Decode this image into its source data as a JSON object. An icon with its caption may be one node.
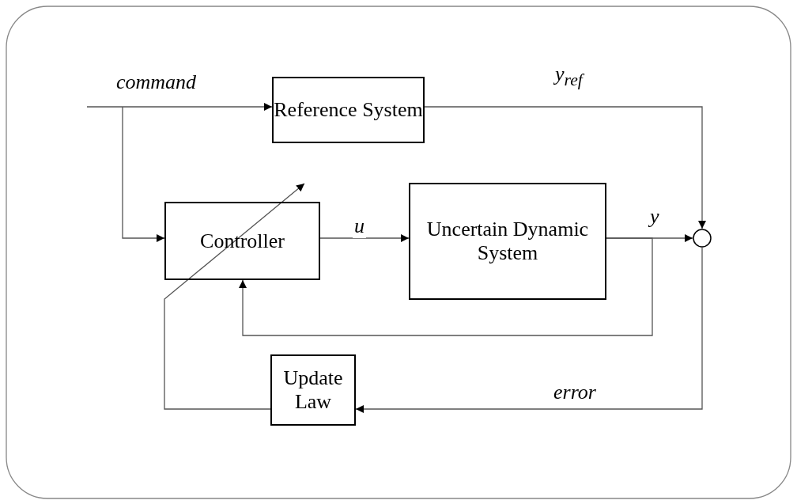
{
  "diagram": {
    "nodes": [
      {
        "text": [
          "Reference System"
        ]
      },
      {
        "text": [
          "Controller"
        ]
      },
      {
        "text": [
          "Uncertain Dynamic System"
        ]
      },
      {
        "text": [],
        "shape": "circle"
      },
      {
        "text": [
          "Update Law"
        ]
      }
    ],
    "edges": [
      {
        "from": null,
        "to": 0,
        "arrow": "to",
        "label": "command"
      },
      {
        "from": null,
        "to": 1,
        "arrow": "to"
      },
      {
        "from": 0,
        "to": 3,
        "arrow": "to",
        "label": "y$_{ref}$"
      },
      {
        "from": 1,
        "to": 2,
        "arrow": "to",
        "label": "u"
      },
      {
        "from": 2,
        "to": 3,
        "arrow": "to",
        "label": "y"
      },
      {
        "from": 2,
        "to": 1,
        "arrow": "to"
      },
      {
        "from": 3,
        "to": 4,
        "arrow": "to",
        "label": "error"
      },
      {
        "from": 4,
        "to": 1,
        "arrow": "to"
      }
    ]
  }
}
